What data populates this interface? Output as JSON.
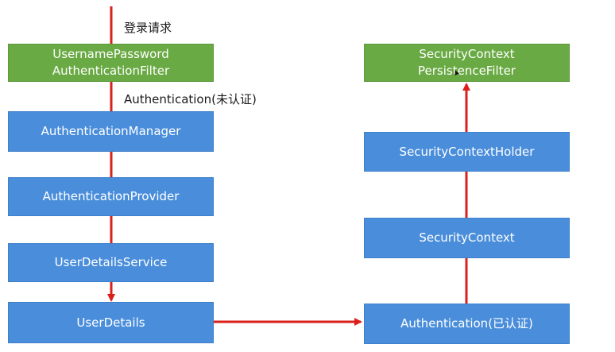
{
  "diagram": {
    "left_column": {
      "request_label": "登录请求",
      "filter_box": {
        "line1": "UsernamePassword",
        "line2": "AuthenticationFilter"
      },
      "unauth_label": "Authentication(未认证)",
      "manager_box": "AuthenticationManager",
      "provider_box": "AuthenticationProvider",
      "service_box": "UserDetailsService",
      "details_box": "UserDetails"
    },
    "right_column": {
      "persistence_box": {
        "line1": "SecurityContext",
        "line2": "PersistenceFilter"
      },
      "holder_box": "SecurityContextHolder",
      "context_box": "SecurityContext",
      "auth_box": "Authentication(已认证)"
    },
    "colors": {
      "arrow": "#d9201b",
      "green_box": "#6aaa44",
      "blue_box": "#4a8edb",
      "label_text": "#1a1a1a"
    }
  }
}
